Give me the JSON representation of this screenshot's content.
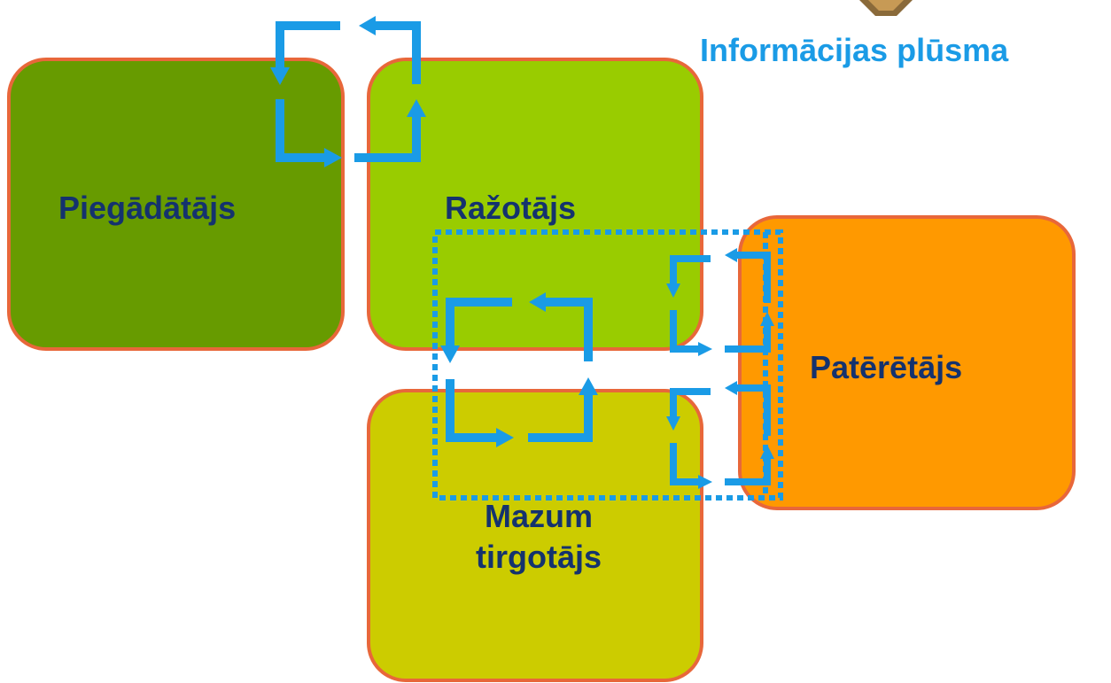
{
  "title": "Informācijas plūsma",
  "nodes": {
    "supplier": "Piegādātājs",
    "manufacturer": "Ražotājs",
    "retailer": "Mazum tirgotājs",
    "consumer": "Patērētājs"
  },
  "colors": {
    "supplier_fill": "#679b00",
    "manufacturer_fill": "#99cc00",
    "retailer_fill": "#cccc00",
    "consumer_fill": "#ff9900",
    "node_border": "#e8673a",
    "label_text": "#14326e",
    "arrow": "#1a9be6",
    "title": "#1a9be6"
  },
  "icons": {
    "logo": "logo-fragment-icon",
    "arrow": "bidirectional-flow-arrow-icon"
  }
}
